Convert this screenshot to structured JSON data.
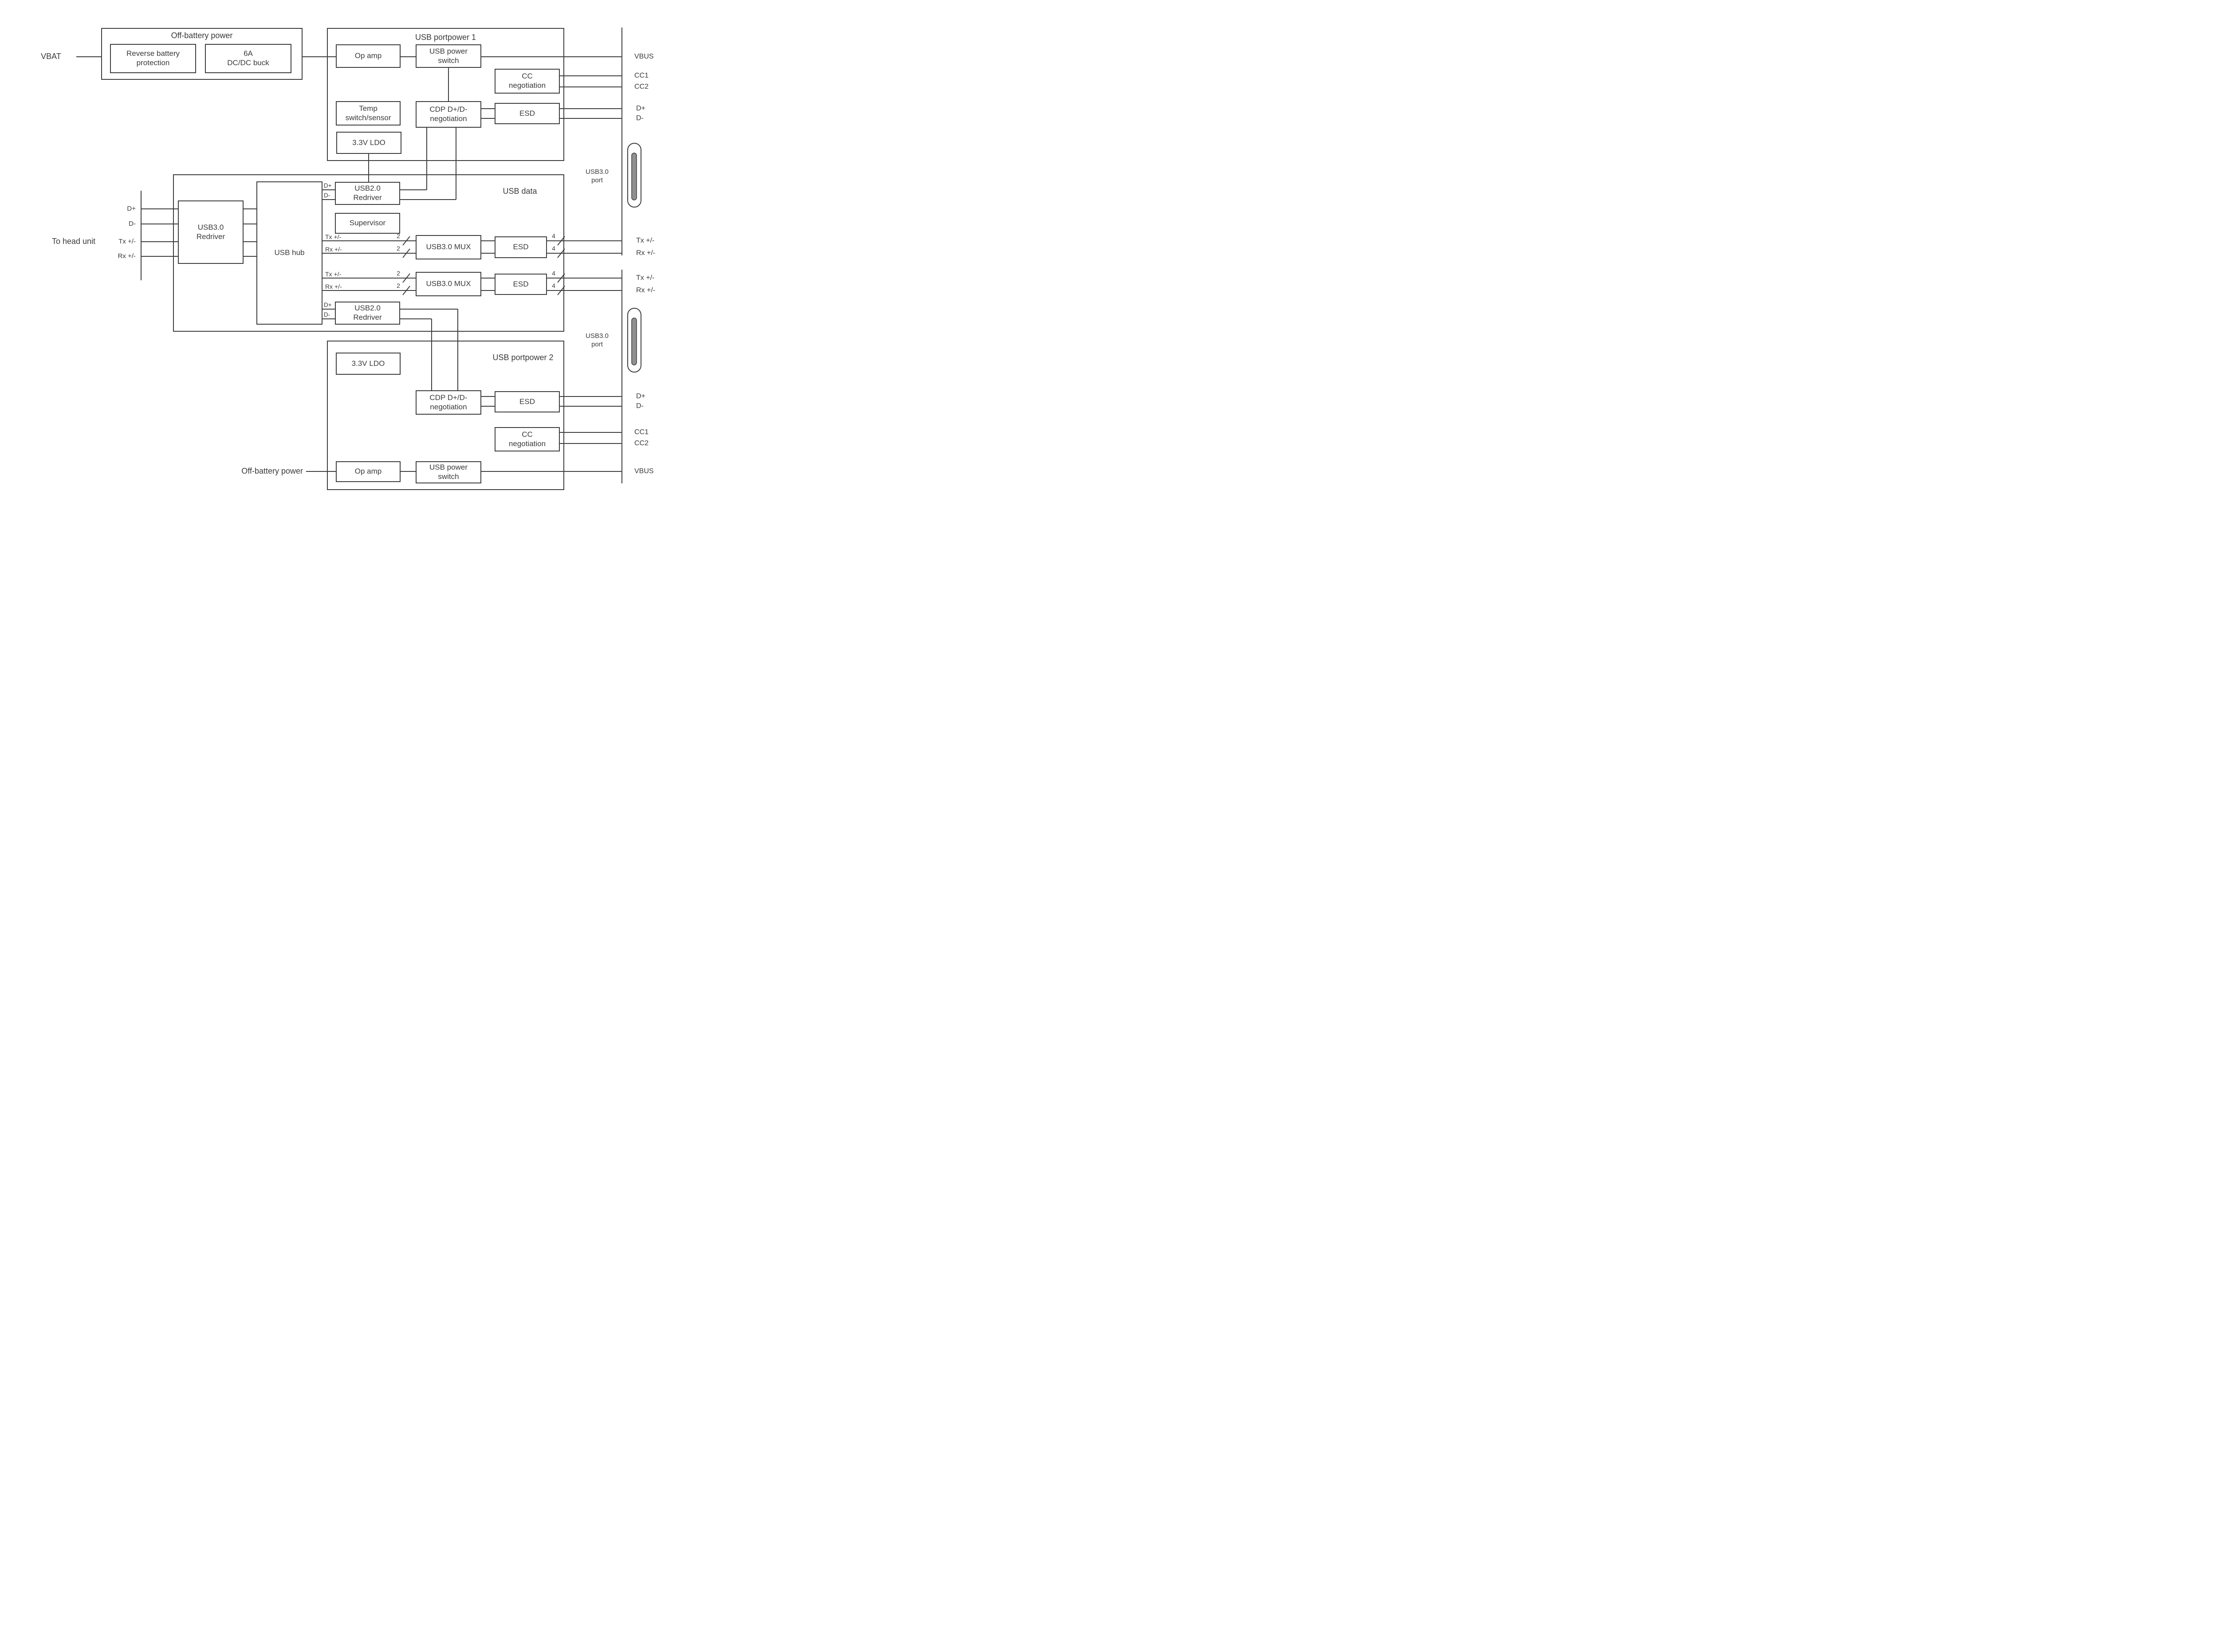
{
  "colors": {
    "line": "#3d3d3d",
    "text": "#3a3a3a",
    "connector_pill_fill": "#909090",
    "background": "#ffffff"
  },
  "blocks": {
    "off_battery": {
      "title": "Off-battery power"
    },
    "reverse_battery": {
      "label": "Reverse battery\nprotection"
    },
    "dcdc_buck": {
      "label": "6A\nDC/DC buck"
    },
    "portpower1": {
      "title": "USB portpower 1"
    },
    "opamp1": {
      "label": "Op amp"
    },
    "power_switch1": {
      "label": "USB power\nswitch"
    },
    "cc_negotiation1": {
      "label": "CC\nnegotiation"
    },
    "temp_switch": {
      "label": "Temp\nswitch/sensor"
    },
    "cdp1": {
      "label": "CDP D+/D-\nnegotiation"
    },
    "esd1": {
      "label": "ESD"
    },
    "ldo1": {
      "label": "3.3V LDO"
    },
    "usb_data": {
      "title": "USB data"
    },
    "usb30_redriver": {
      "label": "USB3.0\nRedriver"
    },
    "usb_hub": {
      "label": "USB hub"
    },
    "usb20_redriver_top": {
      "label": "USB2.0\nRedriver"
    },
    "supervisor": {
      "label": "Supervisor"
    },
    "usb30_mux1": {
      "label": "USB3.0 MUX"
    },
    "esd_mux1": {
      "label": "ESD"
    },
    "usb30_mux2": {
      "label": "USB3.0 MUX"
    },
    "esd_mux2": {
      "label": "ESD"
    },
    "usb20_redriver_bottom": {
      "label": "USB2.0\nRedriver"
    },
    "portpower2": {
      "title": "USB portpower 2"
    },
    "ldo2": {
      "label": "3.3V LDO"
    },
    "cdp2": {
      "label": "CDP D+/D-\nnegotiation"
    },
    "esd2": {
      "label": "ESD"
    },
    "cc_negotiation2": {
      "label": "CC\nnegotiation"
    },
    "opamp2": {
      "label": "Op amp"
    },
    "power_switch2": {
      "label": "USB power\nswitch"
    }
  },
  "labels": {
    "vbat": "VBAT",
    "to_head_unit": "To head unit",
    "off_battery_source": "Off-battery power"
  },
  "connector": {
    "vbus": "VBUS",
    "cc1": "CC1",
    "cc2": "CC2",
    "usb30_port": "USB3.0\nport"
  },
  "pins": {
    "d_plus": "D+",
    "d_minus": "D-",
    "tx": "Tx +/-",
    "rx": "Rx +/-",
    "lanes_2": "2",
    "lanes_4": "4"
  }
}
